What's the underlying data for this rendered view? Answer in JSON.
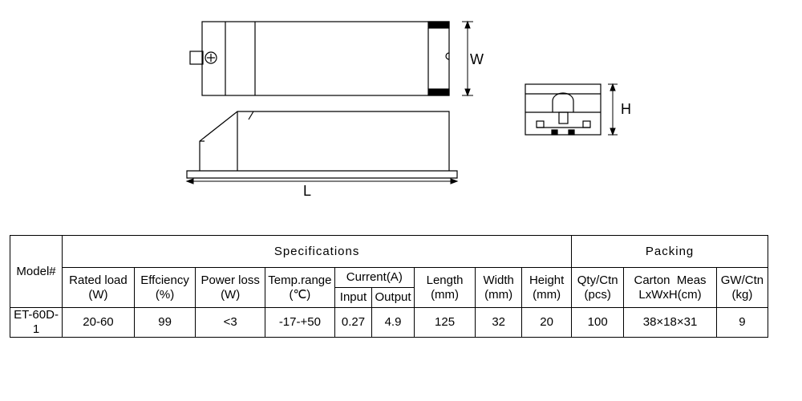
{
  "drawing": {
    "label_w": "W",
    "label_h": "H",
    "label_l": "L"
  },
  "table": {
    "model_header": "Model#",
    "specifications_header": "Specifications",
    "packing_header": "Packing",
    "rated_load": {
      "line1": "Rated load",
      "line2": "(W)"
    },
    "efficiency": {
      "line1": "Effciency",
      "line2": "(%)"
    },
    "power_loss": {
      "line1": "Power loss",
      "line2": "(W)"
    },
    "temp_range": {
      "line1": "Temp.range",
      "line2": "(℃)"
    },
    "current_header": "Current(A)",
    "current_input": "Input",
    "current_output": "Output",
    "length": {
      "line1": "Length",
      "line2": "(mm)"
    },
    "width": {
      "line1": "Width",
      "line2": "(mm)"
    },
    "height": {
      "line1": "Height",
      "line2": "(mm)"
    },
    "qty": {
      "line1": "Qty/Ctn",
      "line2": "(pcs)"
    },
    "carton": {
      "line1": "Carton  Meas",
      "line2": "LxWxH(cm)"
    },
    "gw": {
      "line1": "GW/Ctn",
      "line2": "(kg)"
    },
    "row": {
      "model": "ET-60D-1",
      "rated_load": "20-60",
      "efficiency": "99",
      "power_loss": "<3",
      "temp_range": "-17-+50",
      "input": "0.27",
      "output": "4.9",
      "length": "125",
      "width": "32",
      "height": "20",
      "qty": "100",
      "carton": "38×18×31",
      "gw": "9"
    }
  }
}
